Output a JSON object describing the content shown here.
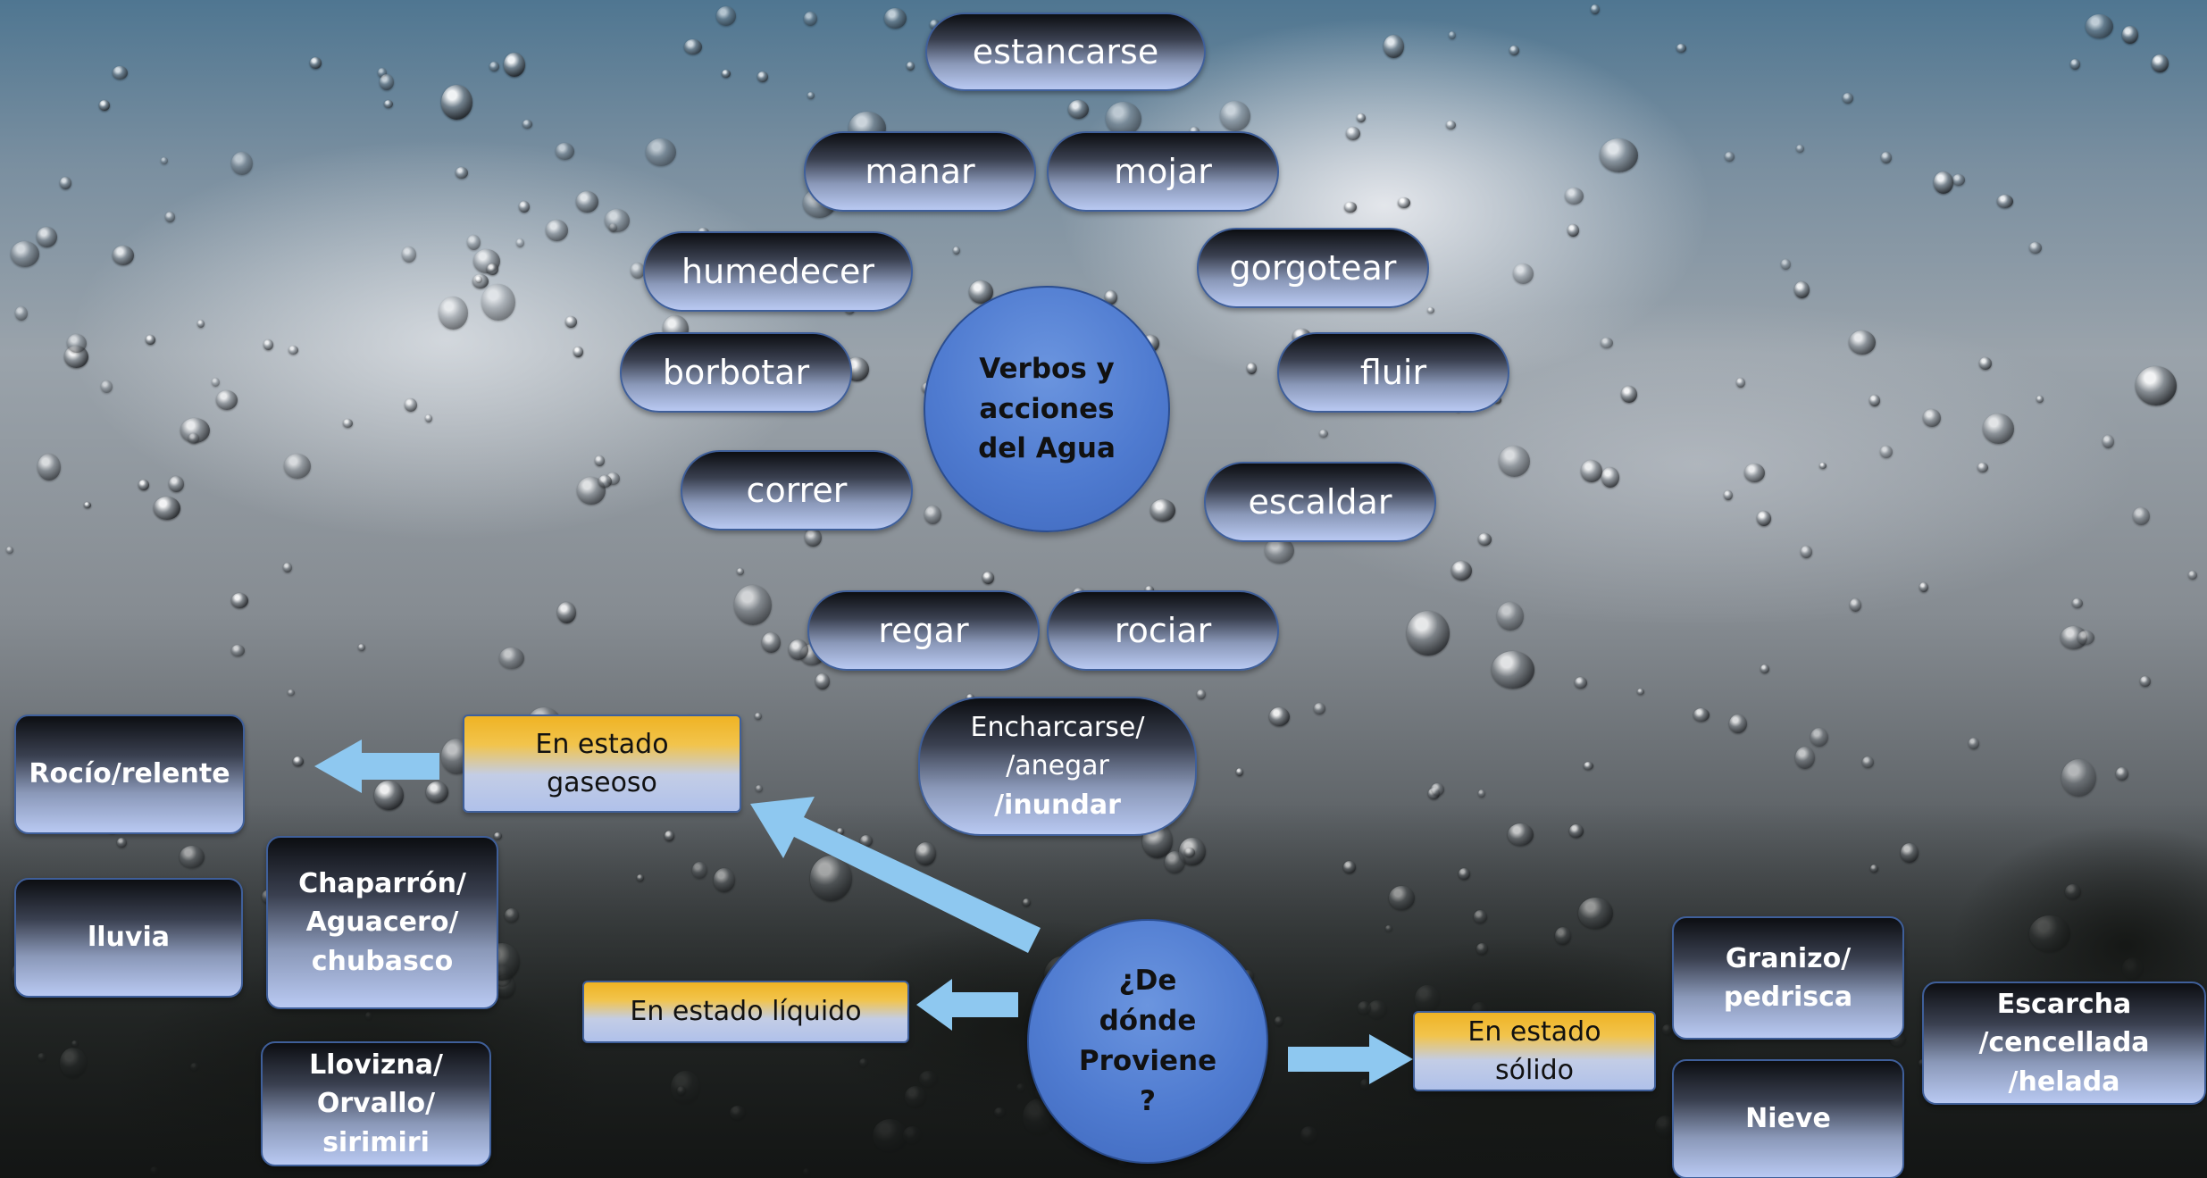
{
  "center_verbs": {
    "label": "Verbos y\nacciones\ndel Agua"
  },
  "verbs": {
    "estancarse": "estancarse",
    "manar": "manar",
    "mojar": "mojar",
    "humedecer": "humedecer",
    "gorgotear": "gorgotear",
    "borbotar": "borbotar",
    "fluir": "fluir",
    "correr": "correr",
    "escaldar": "escaldar",
    "regar": "regar",
    "rociar": "rociar"
  },
  "encharcarse": {
    "line1": "Encharcarse/",
    "line2": "/anegar",
    "line3": "/inundar"
  },
  "center_origin": {
    "label": "¿De\ndónde\nProviene\n?"
  },
  "states": {
    "gaseoso": "En estado\ngaseoso",
    "liquido": "En estado líquido",
    "solido": "En estado\nsólido"
  },
  "gas_items": {
    "rocio": "Rocío/relente"
  },
  "liquid_items": {
    "lluvia": "lluvia",
    "chaparron": "Chaparrón/\nAguacero/\nchubasco",
    "llovizna": "Llovizna/\nOrvallo/\nsirimiri"
  },
  "solid_items": {
    "granizo": "Granizo/\npedrisca",
    "nieve": "Nieve",
    "escarcha": "Escarcha\n/cencellada\n/helada"
  },
  "colors": {
    "arrow": "#8ec8f0",
    "circle_fill": "#4f7bd0",
    "state_top": "#efb324",
    "state_bottom": "#b0c1ea",
    "node_top": "#0c0e12",
    "node_bottom": "#b9c9f2"
  }
}
